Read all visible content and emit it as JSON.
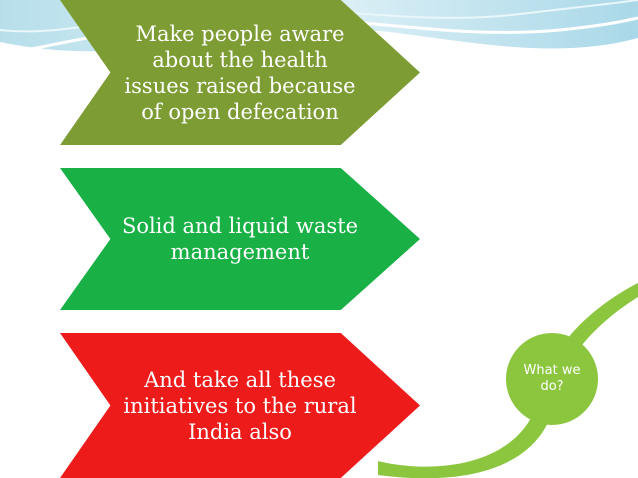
{
  "slide": {
    "chevrons": [
      {
        "text": "Make people aware about the health issues raised because of open defecation",
        "color": "#7e9c34"
      },
      {
        "text": "Solid and liquid waste management",
        "color": "#19b046"
      },
      {
        "text": "And take all these initiatives to the rural India also",
        "color": "#ee1b1b"
      }
    ],
    "bubble": {
      "text": "What we do?",
      "color": "#8cc63f"
    },
    "decoration": {
      "wave_icon": "top-wave-decoration",
      "swirl_icon": "green-swirl-decoration"
    }
  }
}
